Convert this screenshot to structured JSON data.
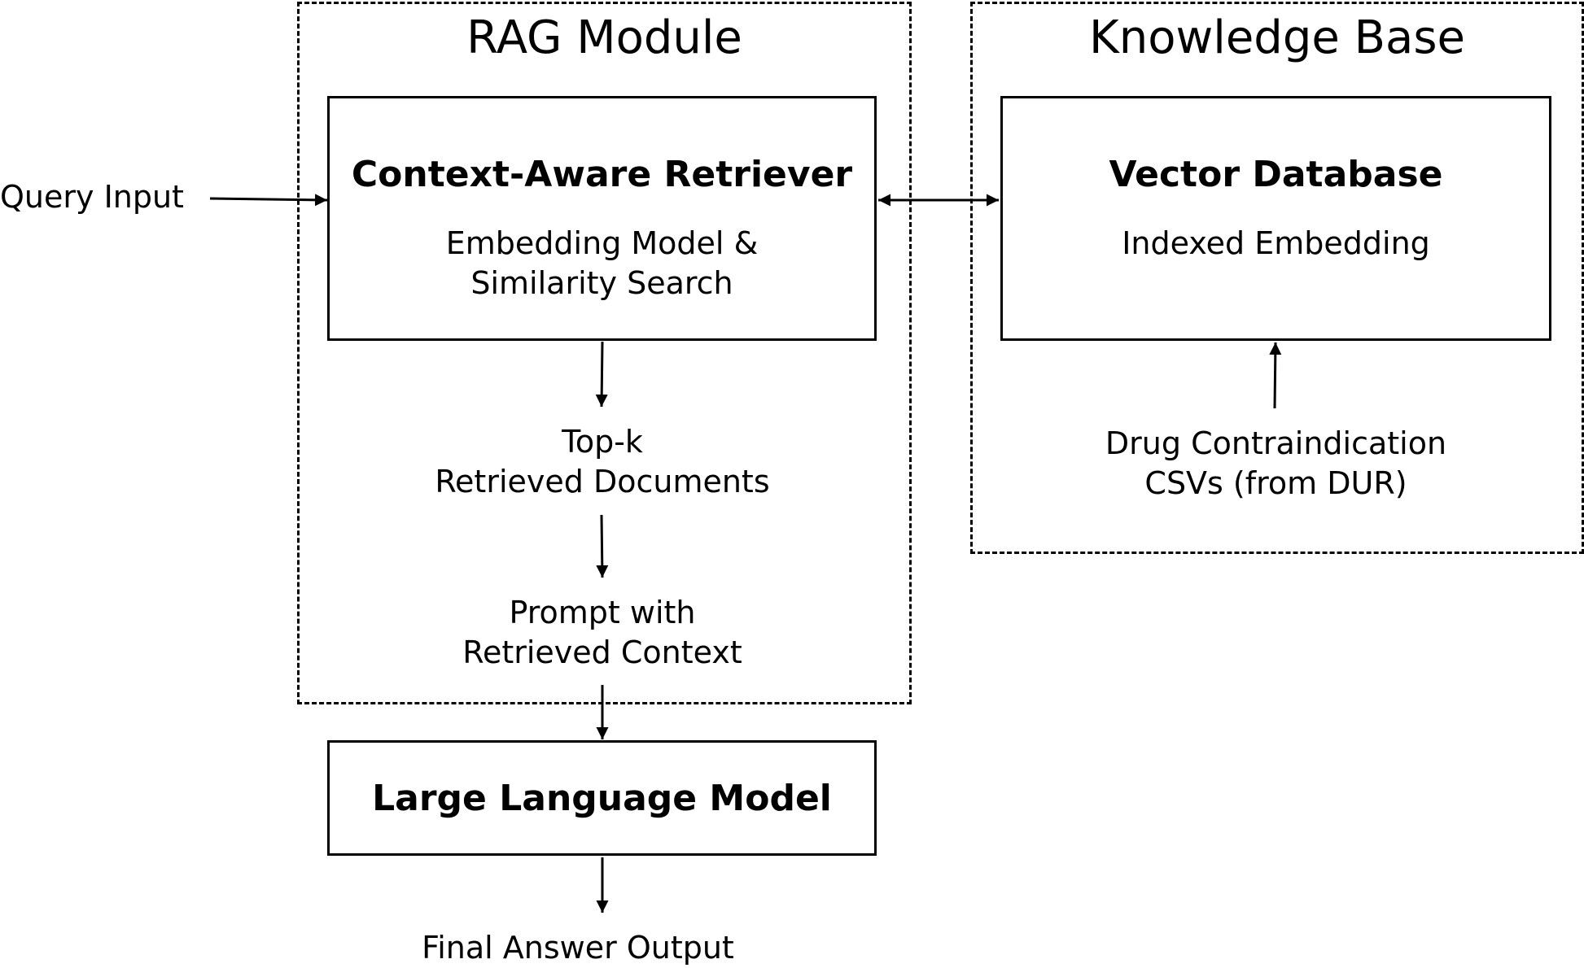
{
  "groups": {
    "rag_module": {
      "title": "RAG Module"
    },
    "knowledge_base": {
      "title": "Knowledge Base"
    }
  },
  "nodes": {
    "retriever": {
      "title": "Context-Aware Retriever",
      "subtitle_lines": [
        "Embedding Model &",
        "Similarity Search"
      ]
    },
    "vector_db": {
      "title": "Vector Database",
      "subtitle_lines": [
        "Indexed Embedding"
      ]
    },
    "llm": {
      "title": "Large Language Model"
    }
  },
  "labels": {
    "query_input": "Query Input",
    "top_k": [
      "Top-k",
      "Retrieved Documents"
    ],
    "prompt": [
      "Prompt with",
      "Retrieved Context"
    ],
    "drug_csvs": [
      "Drug Contraindication",
      "CSVs (from DUR)"
    ],
    "final_output": "Final Answer Output"
  },
  "edges": [
    {
      "from": "query_input",
      "to": "retriever"
    },
    {
      "from": "retriever",
      "to": "vector_db",
      "bidirectional": true
    },
    {
      "from": "drug_csvs",
      "to": "vector_db"
    },
    {
      "from": "retriever",
      "to": "top_k"
    },
    {
      "from": "top_k",
      "to": "prompt"
    },
    {
      "from": "prompt",
      "to": "llm"
    },
    {
      "from": "llm",
      "to": "final_output"
    }
  ]
}
